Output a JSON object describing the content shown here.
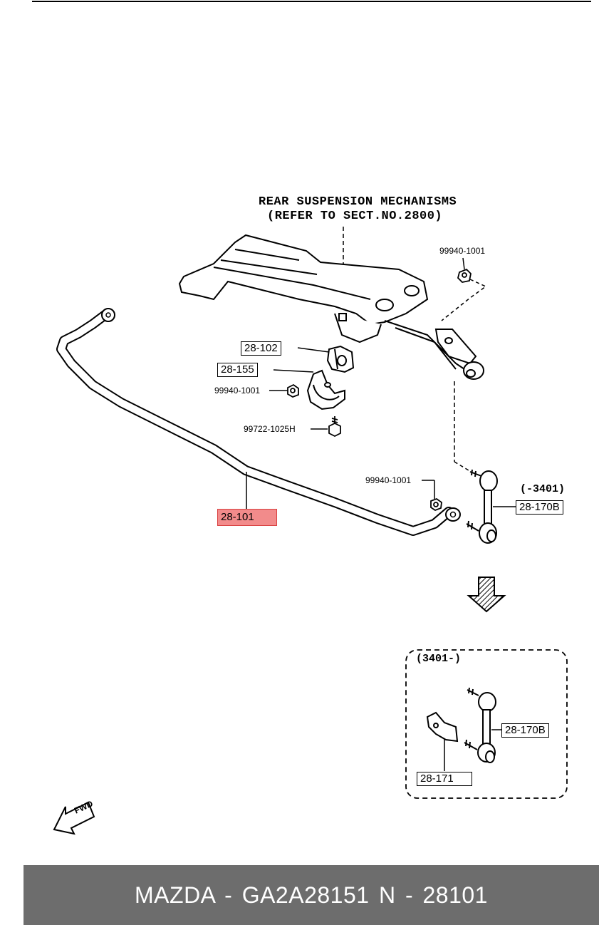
{
  "header": {
    "line1": "REAR SUSPENSION MECHANISMS",
    "line2": "(REFER TO SECT.NO.2800)"
  },
  "parts": {
    "p28_102": "28-102",
    "p28_155": "28-155",
    "p28_101": "28-101",
    "p28_170b_main": "28-170B",
    "p28_170b_inset": "28-170B",
    "p28_171": "28-171",
    "nut_top": "99940-1001",
    "nut_left": "99940-1001",
    "nut_bottom": "99940-1001",
    "bolt": "99722-1025H"
  },
  "ranges": {
    "main": "(-3401)",
    "inset": "(3401-)"
  },
  "fwd_label": "FWD",
  "footer": {
    "text": "MAZDA - GA2A28151     N - 28101"
  },
  "colors": {
    "highlight_fill": "#f28b8b",
    "highlight_border": "#d94040",
    "footer_bg": "#6d6d6d"
  }
}
